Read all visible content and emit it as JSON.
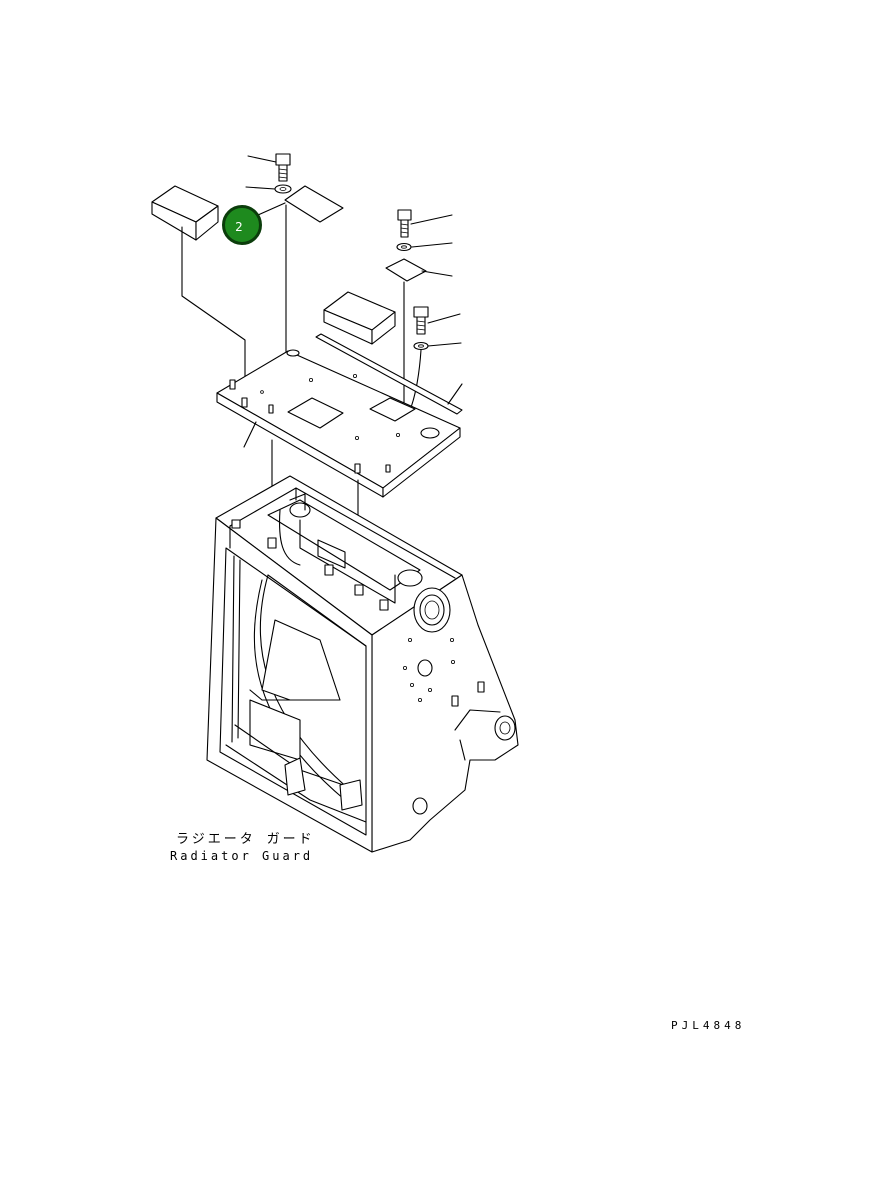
{
  "diagram": {
    "caption_jp": "ラジエータ ガード",
    "caption_en": "Radiator Guard",
    "drawing_number": "PJL4848",
    "callout": {
      "label": "2",
      "color": "#1e8a1e",
      "border_color": "#0b3d0b"
    },
    "line_color": "#000000",
    "background": "#ffffff"
  }
}
